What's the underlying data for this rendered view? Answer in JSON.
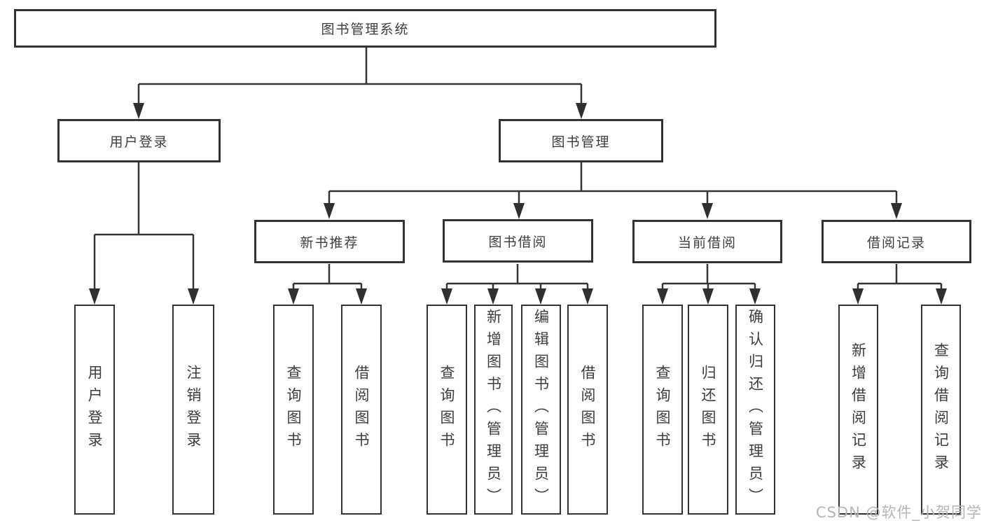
{
  "diagram": {
    "root": {
      "label": "图书管理系统"
    },
    "level2": [
      {
        "label": "用户登录"
      },
      {
        "label": "图书管理"
      }
    ],
    "level3": [
      {
        "label": "新书推荐",
        "parent": "图书管理"
      },
      {
        "label": "图书借阅",
        "parent": "图书管理"
      },
      {
        "label": "当前借阅",
        "parent": "图书管理"
      },
      {
        "label": "借阅记录",
        "parent": "图书管理"
      }
    ],
    "leaves": [
      {
        "label": "用户登录",
        "parent": "用户登录"
      },
      {
        "label": "注销登录",
        "parent": "用户登录"
      },
      {
        "label": "查询图书",
        "parent": "新书推荐"
      },
      {
        "label": "借阅图书",
        "parent": "新书推荐"
      },
      {
        "label": "查询图书",
        "parent": "图书借阅"
      },
      {
        "label": "新增图书（管理员）",
        "parent": "图书借阅"
      },
      {
        "label": "编辑图书（管理员）",
        "parent": "图书借阅"
      },
      {
        "label": "借阅图书",
        "parent": "图书借阅"
      },
      {
        "label": "查询图书",
        "parent": "当前借阅"
      },
      {
        "label": "归还图书",
        "parent": "当前借阅"
      },
      {
        "label": "确认归还（管理员）",
        "parent": "当前借阅"
      },
      {
        "label": "新增借阅记录",
        "parent": "借阅记录"
      },
      {
        "label": "查询借阅记录",
        "parent": "借阅记录"
      }
    ],
    "watermark": "CSDN @软件_小贺同学",
    "colors": {
      "line": "#333333",
      "border": "#333333",
      "text": "#3d3d3d",
      "background": "#ffffff",
      "watermark": "#b5b5b5"
    }
  }
}
